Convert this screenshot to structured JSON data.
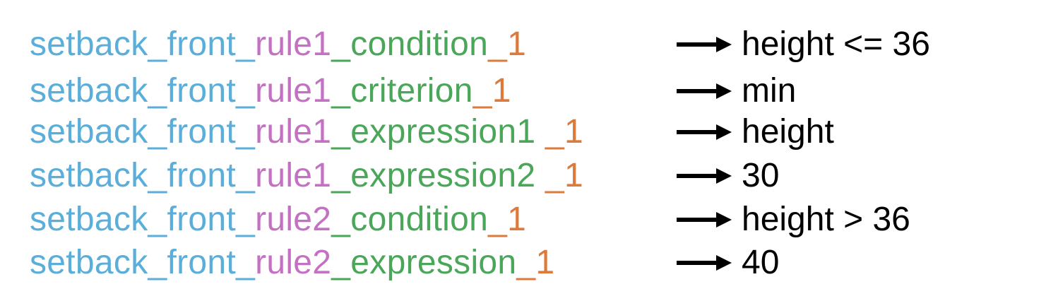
{
  "colors": {
    "prefix": "#5aaed9",
    "rule": "#c471c3",
    "property": "#4aa658",
    "index": "#dc7a3c",
    "value": "#000000"
  },
  "rows": [
    {
      "prefix": "setback_front_",
      "rule": "rule1",
      "property": "_condition",
      "index": "_1",
      "value": "height <= 36"
    },
    {
      "prefix": "setback_front_",
      "rule": "rule1",
      "property": "_criterion",
      "index": "_1",
      "value": "min"
    },
    {
      "prefix": "setback_front_",
      "rule": "rule1",
      "property": "_expression1",
      "index": " _1",
      "value": "height"
    },
    {
      "prefix": "setback_front_",
      "rule": "rule1",
      "property": "_expression2",
      "index": " _1",
      "value": "30"
    },
    {
      "prefix": "setback_front_",
      "rule": "rule2",
      "property": "_condition",
      "index": "_1",
      "value": "height > 36"
    },
    {
      "prefix": "setback_front_",
      "rule": "rule2",
      "property": "_expression",
      "index": "_1",
      "value": "40"
    }
  ]
}
